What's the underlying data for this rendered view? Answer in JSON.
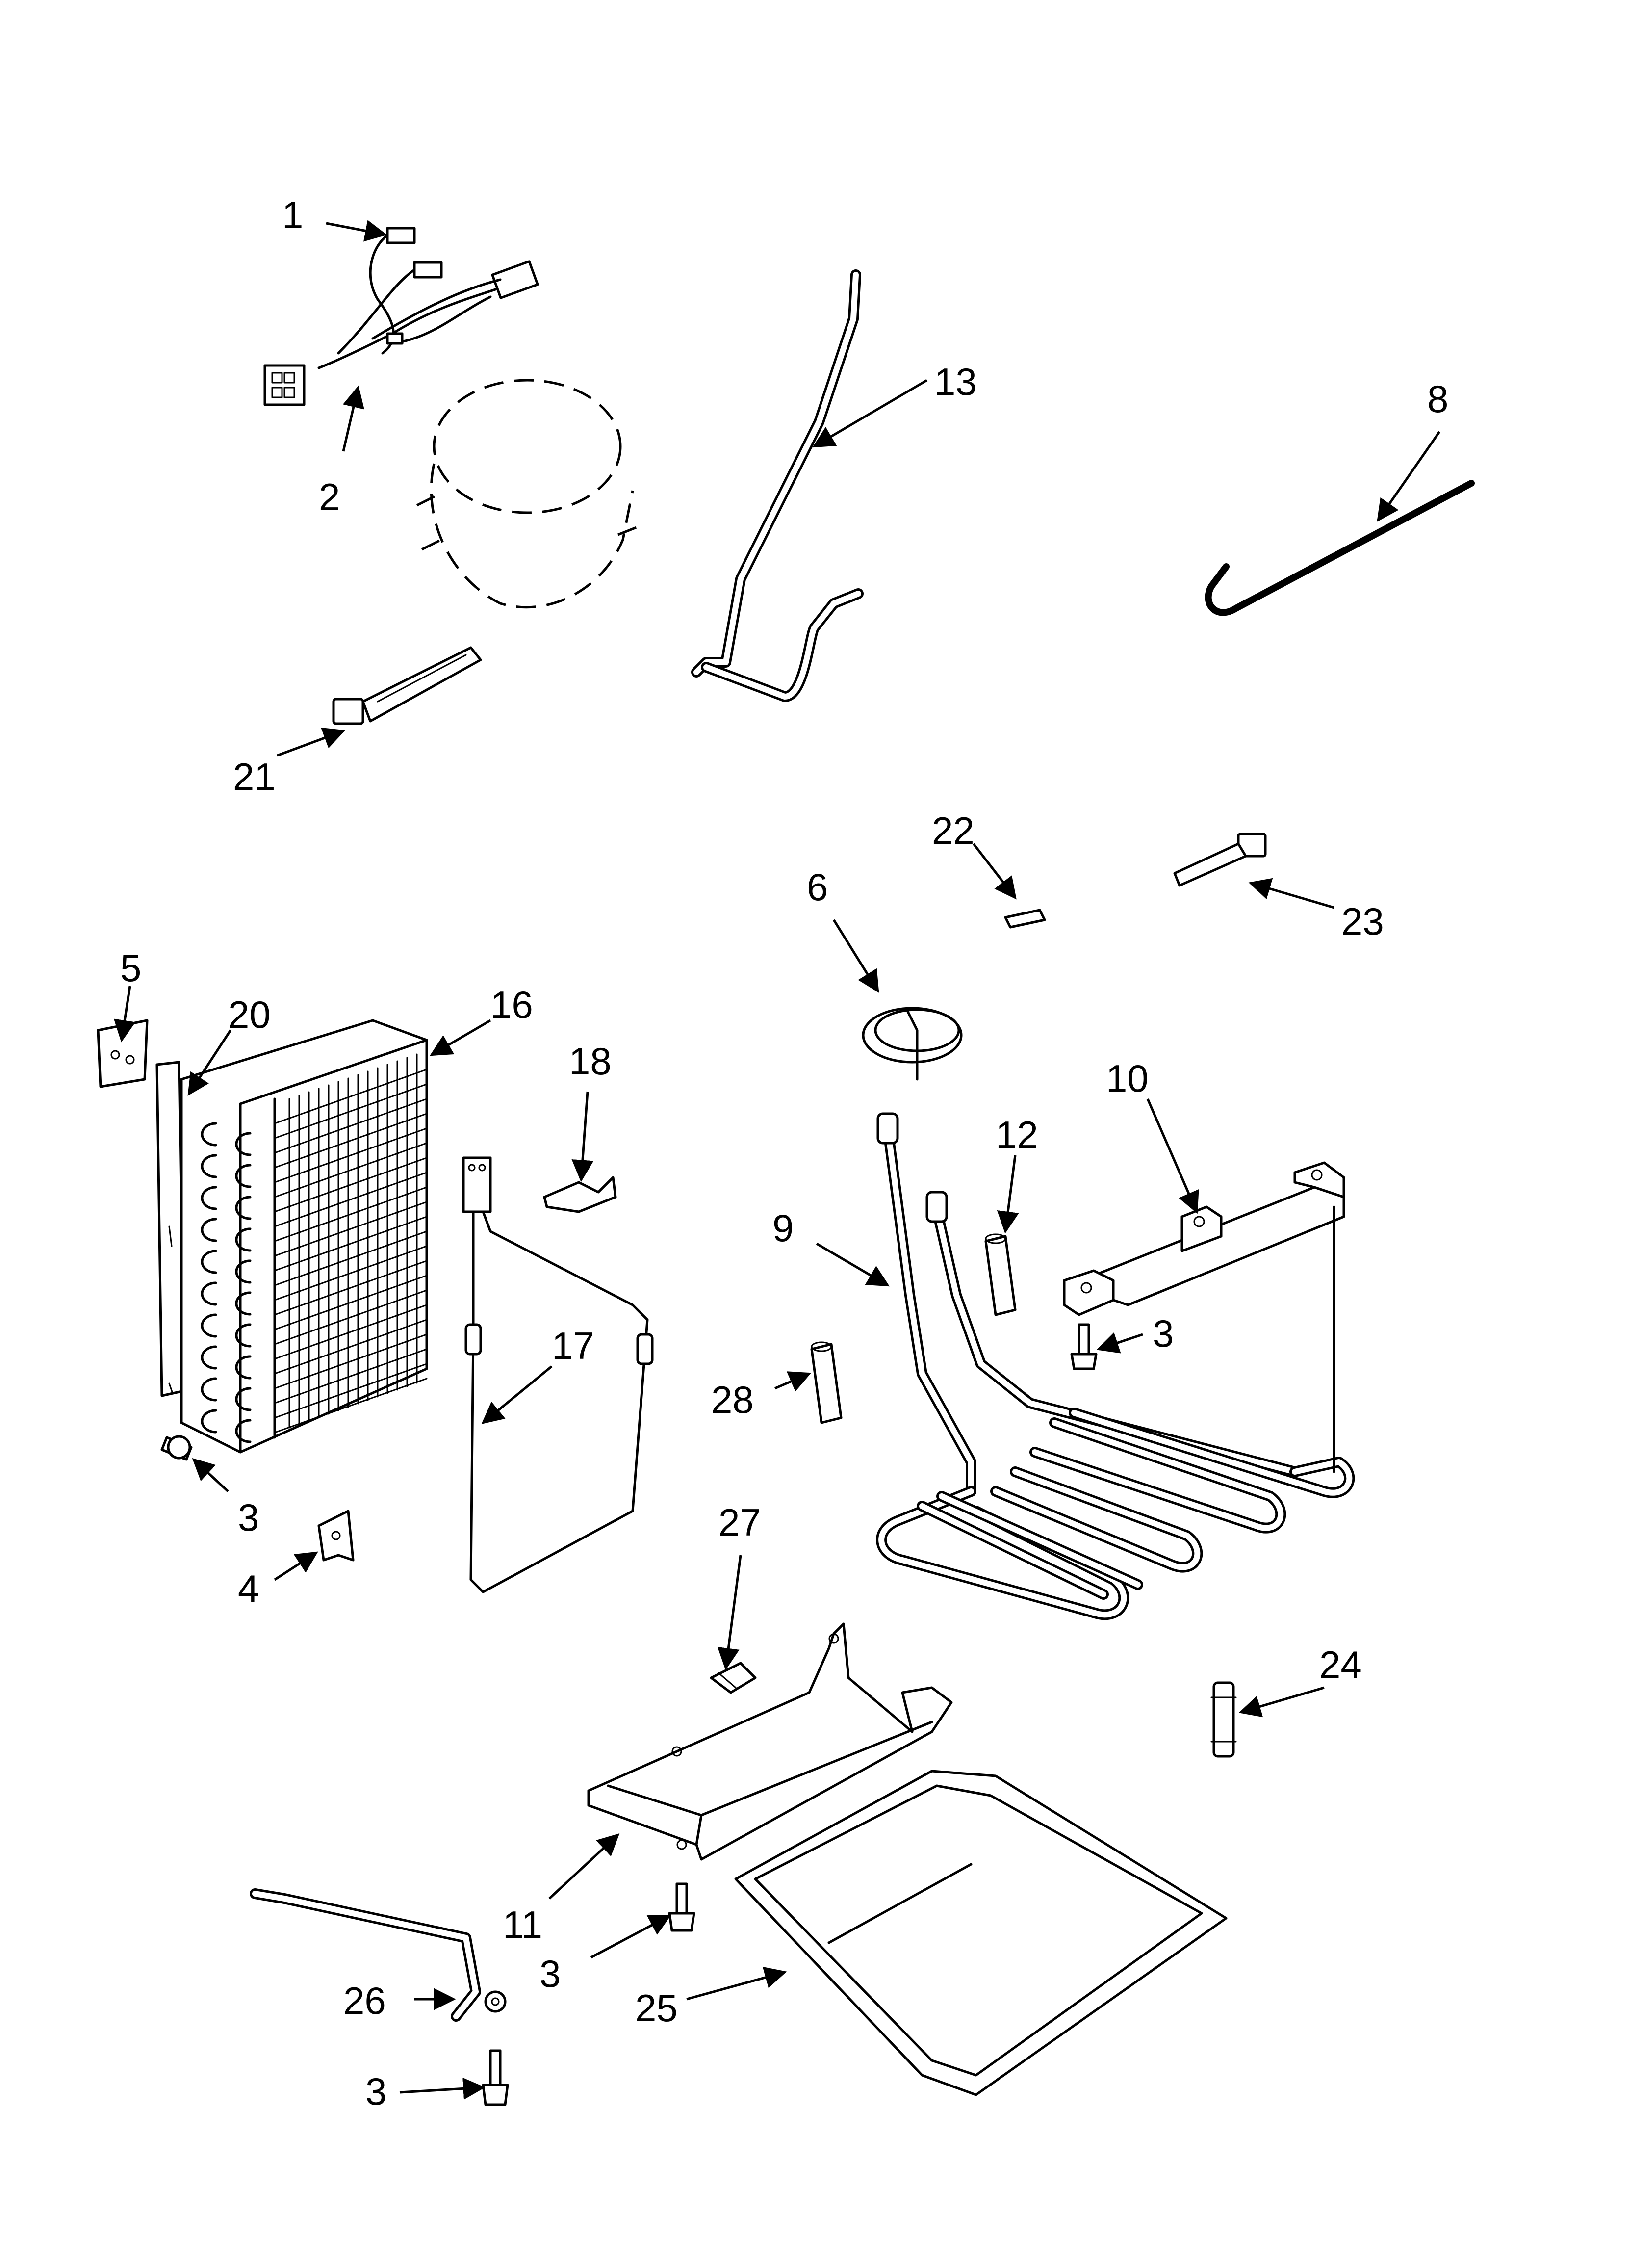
{
  "callouts": {
    "c1": "1",
    "c2": "2",
    "c3a": "3",
    "c3b": "3",
    "c3c": "3",
    "c3d": "3",
    "c4": "4",
    "c5": "5",
    "c6": "6",
    "c8": "8",
    "c9": "9",
    "c10": "10",
    "c11": "11",
    "c12": "12",
    "c13": "13",
    "c16": "16",
    "c17": "17",
    "c18": "18",
    "c20": "20",
    "c21": "21",
    "c22": "22",
    "c23": "23",
    "c24": "24",
    "c25": "25",
    "c26": "26",
    "c27": "27",
    "c28": "28"
  }
}
